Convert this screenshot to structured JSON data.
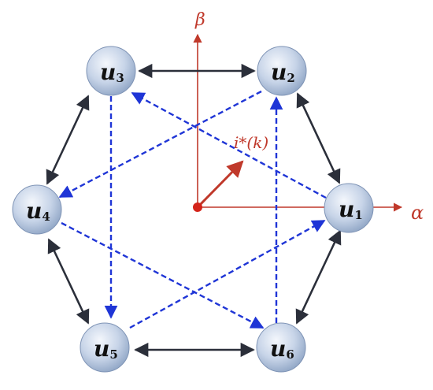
{
  "nodes": [
    {
      "id": "u1",
      "letter": "u",
      "sub": "1"
    },
    {
      "id": "u2",
      "letter": "u",
      "sub": "2"
    },
    {
      "id": "u3",
      "letter": "u",
      "sub": "3"
    },
    {
      "id": "u4",
      "letter": "u",
      "sub": "4"
    },
    {
      "id": "u5",
      "letter": "u",
      "sub": "5"
    },
    {
      "id": "u6",
      "letter": "u",
      "sub": "6"
    }
  ],
  "axes": {
    "alpha_label": "α",
    "beta_label": "β"
  },
  "current_vector": {
    "label": "i*(k)"
  },
  "colors": {
    "axis": "#c0392b",
    "node_fill_light": "#e8eef7",
    "node_fill_dark": "#9fb3cf",
    "solid_arrow": "#2b2f3a",
    "dashed_arrow": "#1f35d6"
  }
}
